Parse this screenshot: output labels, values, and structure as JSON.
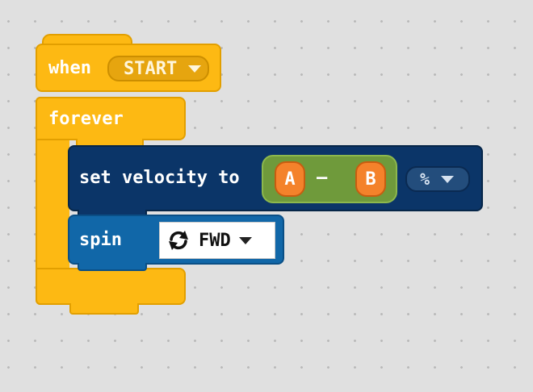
{
  "hat_block": {
    "keyword": "when",
    "event": "START",
    "event_icon": "caret-down-icon"
  },
  "loop_block": {
    "keyword": "forever"
  },
  "velocity_block": {
    "label": "set velocity to",
    "operand_a": "A",
    "operator": "—",
    "operand_b": "B",
    "unit": "%",
    "unit_icon": "caret-down-icon"
  },
  "spin_block": {
    "label": "spin",
    "direction": "FWD",
    "direction_icon": "rotate-arrows-icon",
    "caret_icon": "caret-down-icon"
  },
  "colors": {
    "control_yellow": "#fdb913",
    "motion_navy": "#0b3568",
    "motion_blue": "#1167a8",
    "operator_green": "#6f9a3b",
    "reporter_orange": "#f4822b",
    "workspace_bg": "#e0e0e0"
  }
}
